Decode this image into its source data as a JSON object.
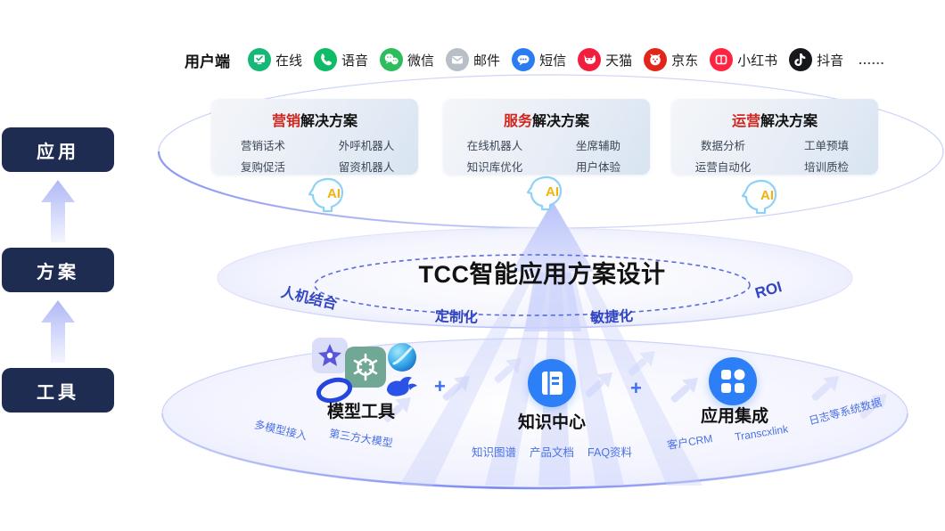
{
  "header": {
    "users_label": "用户端",
    "ellipsis": "......",
    "channels": [
      {
        "label": "在线",
        "icon": "online-check-icon",
        "color": "#16b777"
      },
      {
        "label": "语音",
        "icon": "phone-icon",
        "color": "#0fbb66"
      },
      {
        "label": "微信",
        "icon": "wechat-icon",
        "color": "#2dbd5f"
      },
      {
        "label": "邮件",
        "icon": "mail-icon",
        "color": "#b9bfc7"
      },
      {
        "label": "短信",
        "icon": "sms-icon",
        "color": "#2b7cf0"
      },
      {
        "label": "天猫",
        "icon": "tmall-cat-icon",
        "color": "#f01f3d"
      },
      {
        "label": "京东",
        "icon": "jd-dog-icon",
        "color": "#e1251b"
      },
      {
        "label": "小红书",
        "icon": "xiaohongshu-icon",
        "color": "#ff2442"
      },
      {
        "label": "抖音",
        "icon": "douyin-note-icon",
        "color": "#16181c"
      }
    ]
  },
  "stages": [
    {
      "label": "应用"
    },
    {
      "label": "方案"
    },
    {
      "label": "工具"
    }
  ],
  "solutions": [
    {
      "accent": "营销",
      "rest": "解决方案",
      "items": [
        "营销话术",
        "外呼机器人",
        "复购促活",
        "留资机器人"
      ]
    },
    {
      "accent": "服务",
      "rest": "解决方案",
      "items": [
        "在线机器人",
        "坐席辅助",
        "知识库优化",
        "用户体验"
      ]
    },
    {
      "accent": "运营",
      "rest": "解决方案",
      "items": [
        "数据分析",
        "工单预填",
        "运营自动化",
        "培训质检"
      ]
    }
  ],
  "platform": {
    "title": "TCC智能应用方案设计",
    "ai_badge": "AI",
    "labels": [
      "人机结合",
      "定制化",
      "敏捷化",
      "ROI"
    ]
  },
  "foundation": {
    "model_tools": {
      "title": "模型工具",
      "tags": [
        "多模型接入",
        "第三方大模型"
      ],
      "icons": [
        "star-model-icon",
        "chatgpt-icon",
        "globe-model-icon",
        "ring-model-icon",
        "whale-model-icon"
      ]
    },
    "knowledge_center": {
      "title": "知识中心",
      "icon": "notebook-icon",
      "tags": [
        "知识图谱",
        "产品文档",
        "FAQ资料"
      ]
    },
    "app_integration": {
      "title": "应用集成",
      "icon": "grid-icon",
      "tags": [
        "客户CRM",
        "Transcxlink",
        "日志等系统数据"
      ]
    },
    "plus": "+"
  },
  "colors": {
    "stage_bg": "#1f2c51",
    "accent_red": "#d1261d",
    "platform_label_blue": "#3346c2",
    "tag_blue": "#4a70e6",
    "hub_blue": "#2d7ff7",
    "ai_yellow": "#f3b30c",
    "arrow_lavender": "#c7cefa"
  }
}
